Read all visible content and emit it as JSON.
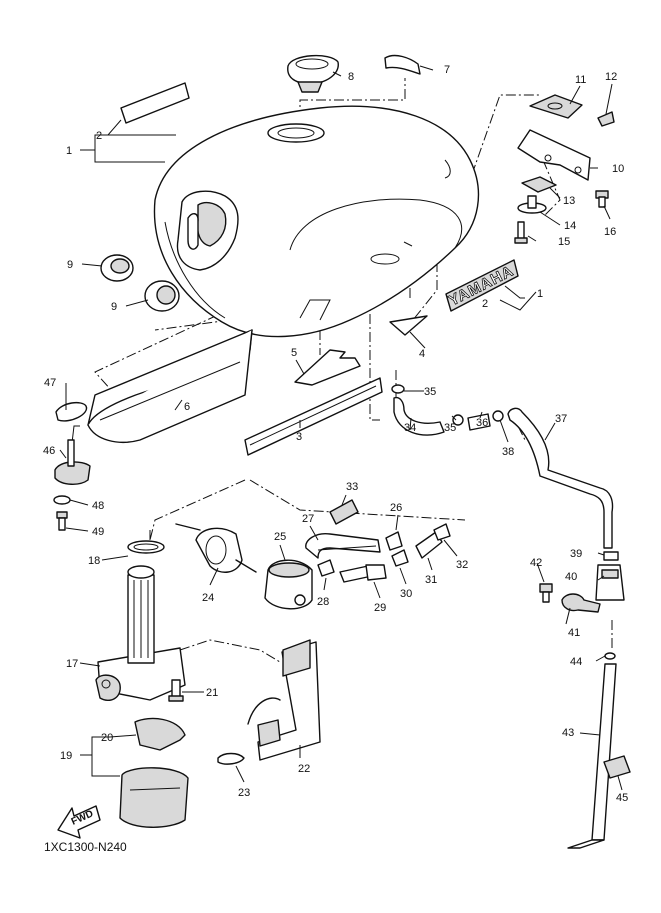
{
  "diagram": {
    "code": "1XC1300-N240",
    "brand_text": "YAMAHA",
    "fwd_text": "FWD",
    "callouts": {
      "c1a": "1",
      "c1b": "1",
      "c2a": "2",
      "c2b": "2",
      "c3": "3",
      "c4": "4",
      "c5": "5",
      "c6": "6",
      "c7": "7",
      "c8": "8",
      "c9a": "9",
      "c9b": "9",
      "c10": "10",
      "c11": "11",
      "c12": "12",
      "c13": "13",
      "c14": "14",
      "c15": "15",
      "c16": "16",
      "c17": "17",
      "c18": "18",
      "c19": "19",
      "c20": "20",
      "c21": "21",
      "c22": "22",
      "c23": "23",
      "c24": "24",
      "c25": "25",
      "c26": "26",
      "c27": "27",
      "c28": "28",
      "c29": "29",
      "c30": "30",
      "c31": "31",
      "c32": "32",
      "c33": "33",
      "c34": "34",
      "c35a": "35",
      "c35b": "35",
      "c36": "36",
      "c37": "37",
      "c38": "38",
      "c39": "39",
      "c40": "40",
      "c41": "41",
      "c42": "42",
      "c43": "43",
      "c44": "44",
      "c45": "45",
      "c46": "46",
      "c47": "47",
      "c48": "48",
      "c49": "49"
    }
  }
}
